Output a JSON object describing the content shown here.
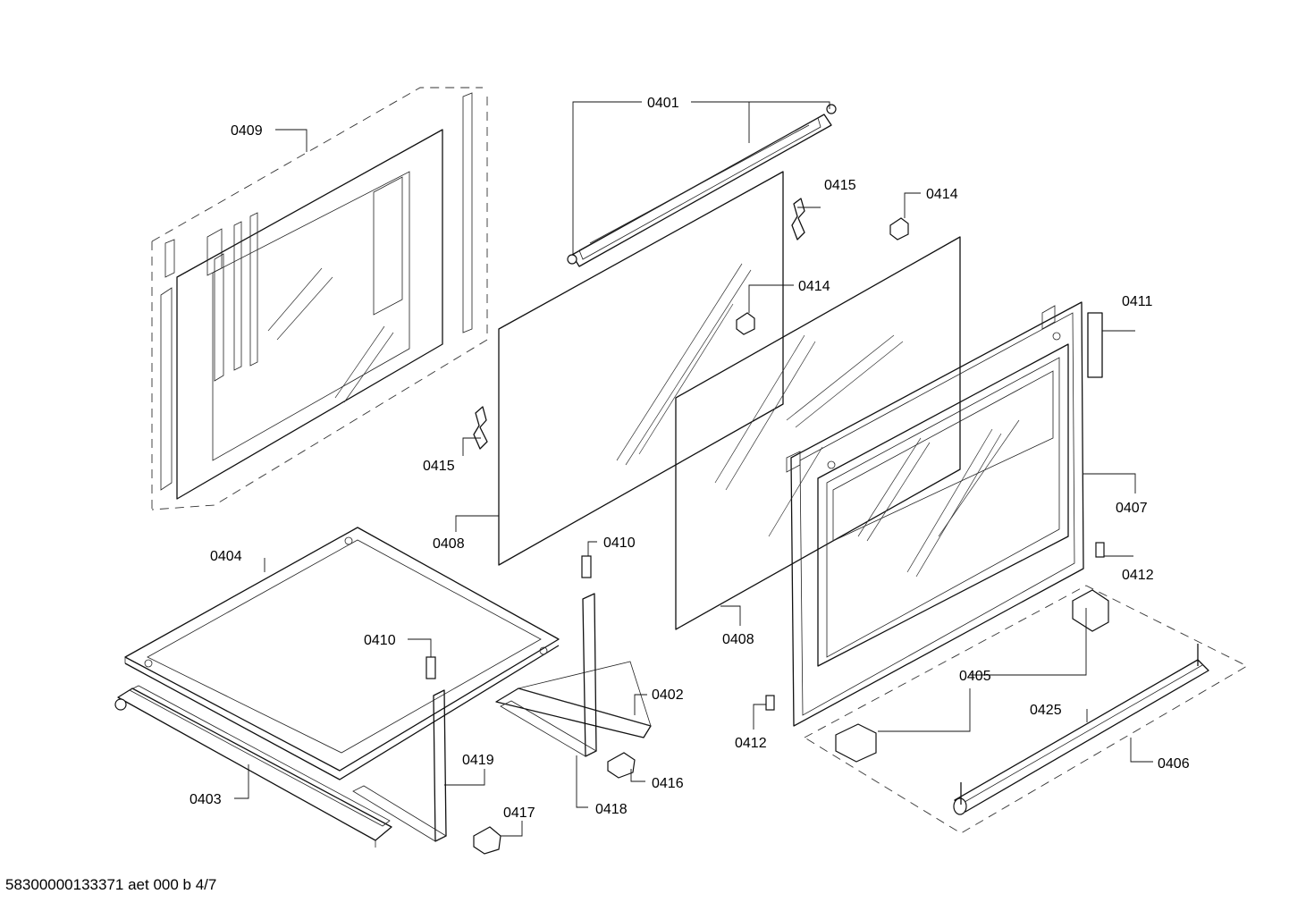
{
  "callouts": {
    "c0401": "0401",
    "c0402": "0402",
    "c0403": "0403",
    "c0404": "0404",
    "c0405": "0405",
    "c0406": "0406",
    "c0407": "0407",
    "c0408a": "0408",
    "c0408b": "0408",
    "c0409": "0409",
    "c0410a": "0410",
    "c0410b": "0410",
    "c0411": "0411",
    "c0412a": "0412",
    "c0412b": "0412",
    "c0414a": "0414",
    "c0414b": "0414",
    "c0415a": "0415",
    "c0415b": "0415",
    "c0416": "0416",
    "c0417": "0417",
    "c0418": "0418",
    "c0419": "0419",
    "c0425": "0425"
  },
  "footer": {
    "document_id": "58300000133371 aet 000 b 4/7"
  },
  "colors": {
    "line": "#111111",
    "background": "#ffffff"
  }
}
